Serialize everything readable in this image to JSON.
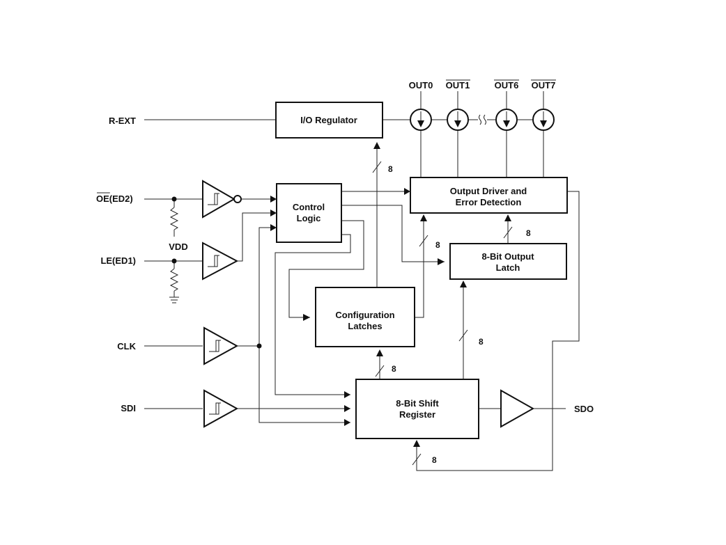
{
  "inputs": {
    "rext": "R-EXT",
    "oe_bar": "OE",
    "oe_suffix": "(ED2)",
    "le": "LE(ED1)",
    "clk": "CLK",
    "sdi": "SDI",
    "vdd": "VDD"
  },
  "outputs": {
    "out0": "OUT0",
    "out1": "OUT1",
    "out6": "OUT6",
    "out7": "OUT7",
    "sdo": "SDO"
  },
  "blocks": {
    "io_regulator": "I/O Regulator",
    "control_logic_l1": "Control",
    "control_logic_l2": "Logic",
    "output_driver_l1": "Output Driver and",
    "output_driver_l2": "Error Detection",
    "output_latch_l1": "8-Bit Output",
    "output_latch_l2": "Latch",
    "config_latches_l1": "Configuration",
    "config_latches_l2": "Latches",
    "shift_register_l1": "8-Bit Shift",
    "shift_register_l2": "Register"
  },
  "bus_widths": {
    "io_reg": "8",
    "driver_in": "8",
    "latch_up": "8",
    "latch_in": "8",
    "config_in": "8",
    "feedback": "8"
  }
}
